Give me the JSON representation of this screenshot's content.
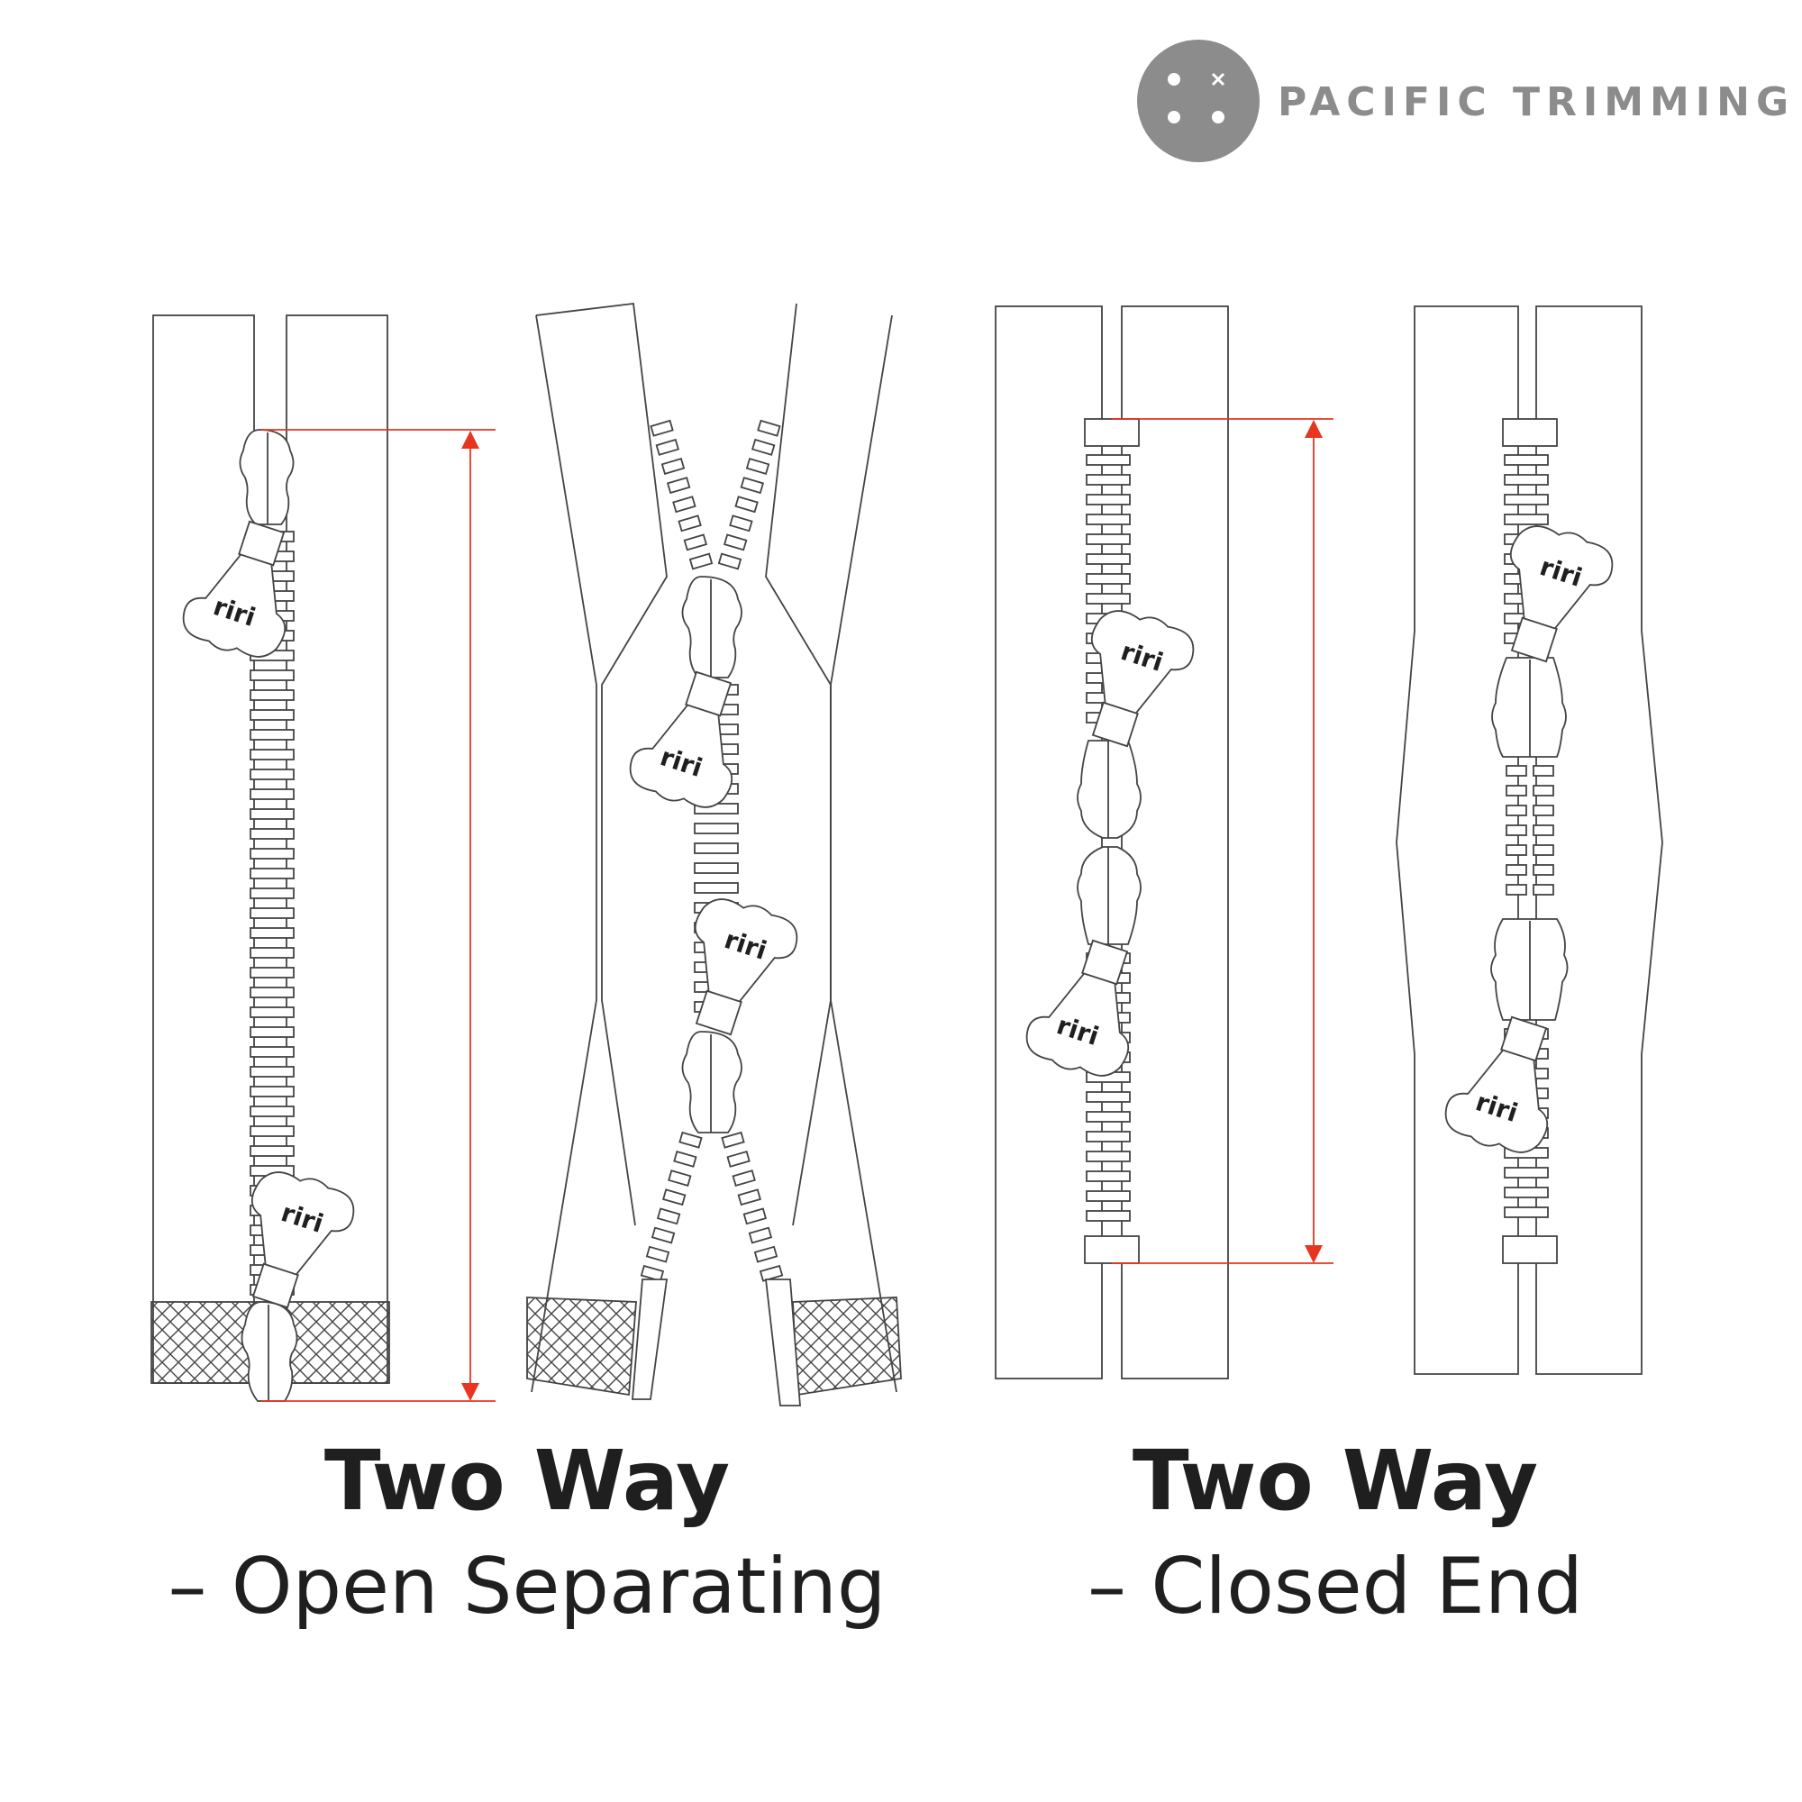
{
  "brand": {
    "name": "PACIFIC TRIMMING",
    "logo_icon": "button-icon",
    "logo_color": "#8c8c8c"
  },
  "captions": {
    "left": {
      "title": "Two Way",
      "subtitle": "– Open Separating"
    },
    "right": {
      "title": "Two Way",
      "subtitle": "– Closed End"
    }
  },
  "puller_label": "riri",
  "colors": {
    "line": "#444444",
    "measure": "#e8351f",
    "text": "#1f1f1f",
    "fill": "#ffffff"
  }
}
